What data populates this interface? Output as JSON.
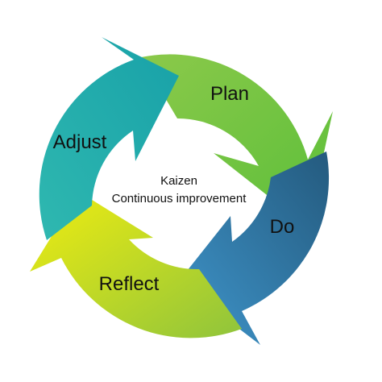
{
  "center": {
    "line1": "Kaizen",
    "line2": "Continuous improvement"
  },
  "stages": [
    {
      "id": "plan",
      "label": "Plan",
      "color_start": "#8bc94a",
      "color_end": "#59b83c"
    },
    {
      "id": "do",
      "label": "Do",
      "color_start": "#2e6f99",
      "color_end": "#3d93c9"
    },
    {
      "id": "reflect",
      "label": "Reflect",
      "color_start": "#a7cf3a",
      "color_end": "#e9ea12"
    },
    {
      "id": "adjust",
      "label": "Adjust",
      "color_start": "#27aeb3",
      "color_end": "#1fa6a6"
    }
  ]
}
